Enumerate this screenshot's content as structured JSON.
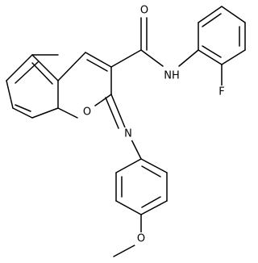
{
  "molecule": {
    "atoms": {
      "O_carbonyl": "O",
      "N_amide": "NH",
      "F": "F",
      "O_ring": "O",
      "N_imine": "N",
      "O_methoxy": "O"
    }
  }
}
